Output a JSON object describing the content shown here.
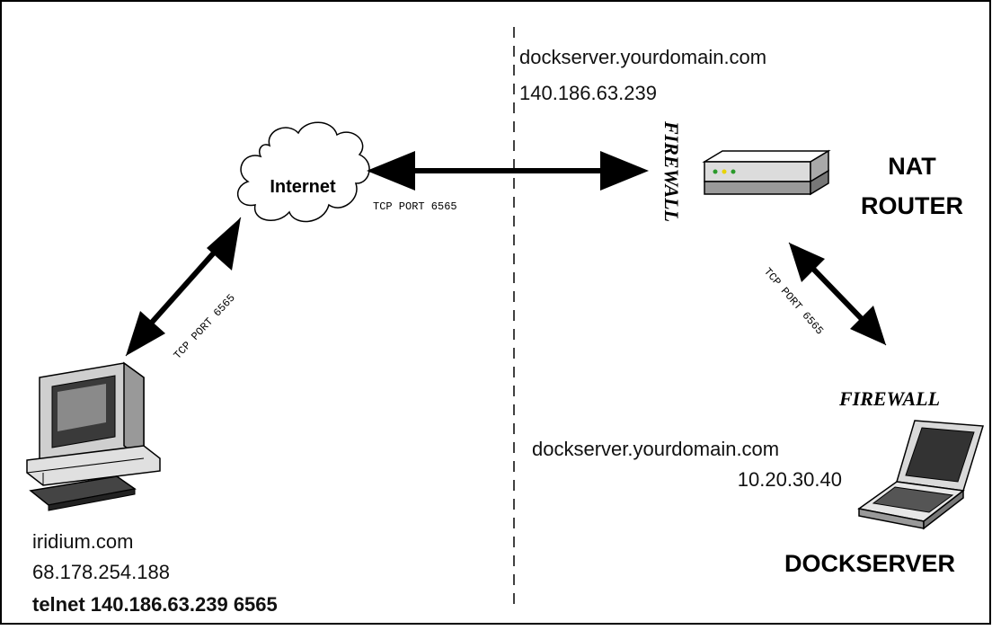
{
  "internet_label": "Internet",
  "port_center": "TCP PORT 6565",
  "port_left": "TCP PORT 6565",
  "port_right": "TCP PORT 6565",
  "server_public": {
    "hostname": "dockserver.yourdomain.com",
    "ip": "140.186.63.239"
  },
  "firewall_vertical": "FIREWALL",
  "nat_router": {
    "line1": "NAT",
    "line2": "ROUTER"
  },
  "firewall_horizontal": "FIREWALL",
  "server_private": {
    "hostname": "dockserver.yourdomain.com",
    "ip": "10.20.30.40"
  },
  "dockserver_label": "DOCKSERVER",
  "client": {
    "hostname": "iridium.com",
    "ip": "68.178.254.188",
    "command": "telnet 140.186.63.239 6565"
  }
}
